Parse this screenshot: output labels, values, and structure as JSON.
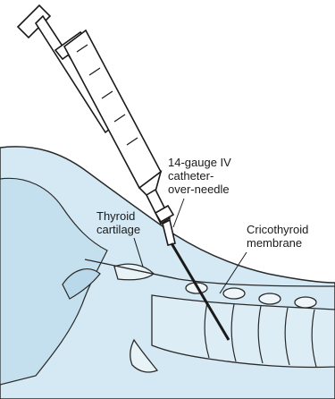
{
  "labels": {
    "catheter": [
      "14-gauge IV",
      "catheter-",
      "over-needle"
    ],
    "thyroid": [
      "Thyroid",
      "cartilage"
    ],
    "cricothyroid": [
      "Cricothyroid",
      "membrane"
    ]
  },
  "colors": {
    "tissue": "#d4e9f3",
    "tissue_dark": "#b9d9ea",
    "line": "#1a1a1a",
    "syringe": "#ffffff"
  }
}
